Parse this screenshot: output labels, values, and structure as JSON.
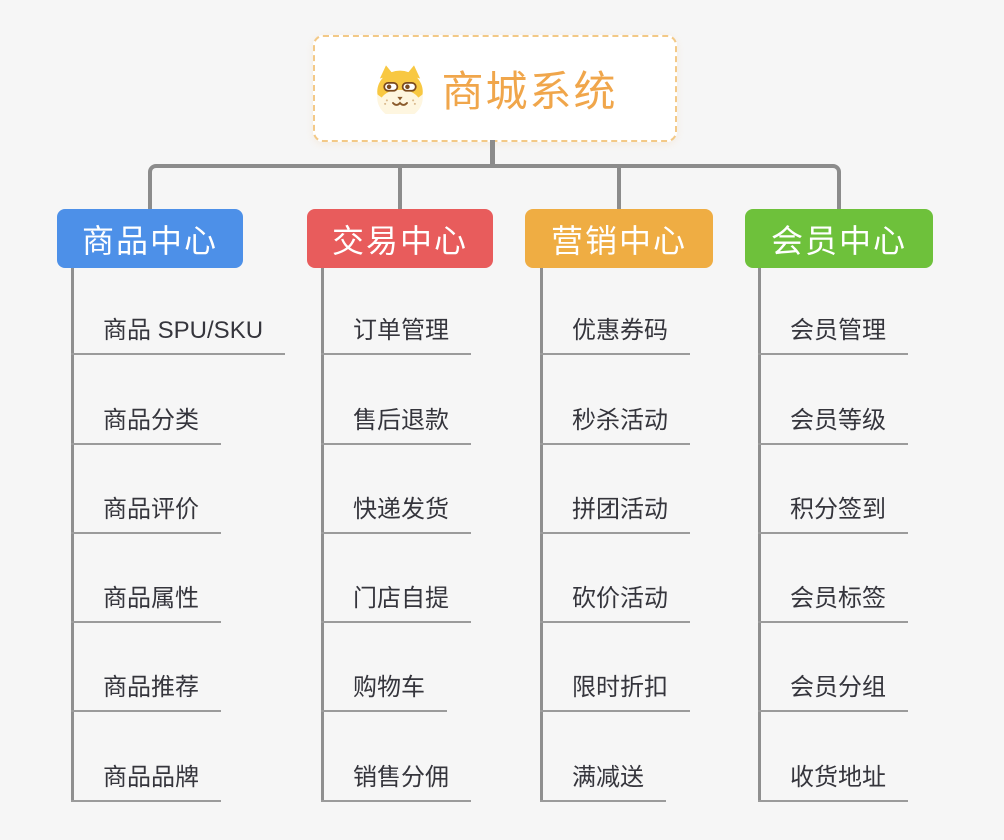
{
  "root": {
    "title": "商城系统",
    "icon": "shiba-dog-icon"
  },
  "branches": [
    {
      "label": "商品中心",
      "color": "#4D90E8",
      "items": [
        "商品 SPU/SKU",
        "商品分类",
        "商品评价",
        "商品属性",
        "商品推荐",
        "商品品牌"
      ]
    },
    {
      "label": "交易中心",
      "color": "#E85C5C",
      "items": [
        "订单管理",
        "售后退款",
        "快递发货",
        "门店自提",
        "购物车",
        "销售分佣"
      ]
    },
    {
      "label": "营销中心",
      "color": "#EFAD43",
      "items": [
        "优惠券码",
        "秒杀活动",
        "拼团活动",
        "砍价活动",
        "限时折扣",
        "满减送"
      ]
    },
    {
      "label": "会员中心",
      "color": "#6EC13B",
      "items": [
        "会员管理",
        "会员等级",
        "积分签到",
        "会员标签",
        "会员分组",
        "收货地址"
      ]
    }
  ],
  "colors": {
    "background": "#F6F6F6",
    "connector": "#8C8C8C",
    "leaf_underline": "#9B9B9B",
    "leaf_text": "#35353C",
    "root_title": "#F0A64B",
    "root_border": "#F3C987",
    "branch_text": "#FFFFFF"
  }
}
